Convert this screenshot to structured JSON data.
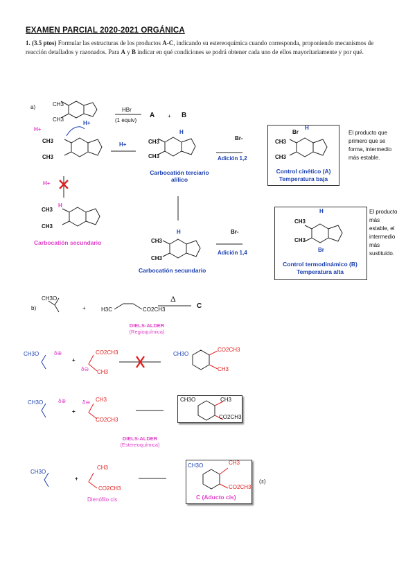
{
  "header": {
    "title": "EXAMEN PARCIAL 2020-2021 ORGÁNICA",
    "q_number": "1.",
    "q_points": "(3.5 ptos)",
    "q_text_1": " Formular las estructuras de los productos ",
    "q_AC": "A-C",
    "q_text_2": ", indicando su estereoquímica cuando corresponda, proponiendo mecanismos de reacción detallados y razonados. Para ",
    "q_A": "A",
    "q_y": " y ",
    "q_B": "B",
    "q_text_3": " indicar en qué condiciones se podrá obtener cada uno de ellos mayoritariamente y por qué."
  },
  "part_a": {
    "label": "a)",
    "ch3": "CH3",
    "reagent": "HBr",
    "equiv": "(1 equiv)",
    "prod_a": "A",
    "plus": "+",
    "prod_b": "B",
    "h_plus": "H+",
    "h_label": "H",
    "br_minus": "Br-",
    "br": "Br",
    "add12": "Adición 1,2",
    "add14": "Adición 1,4",
    "carbo_tert_1": "Carbocatión terciario",
    "carbo_tert_2": "alílico",
    "carbo_sec": "Carbocatión secundario",
    "carbo_sec2": "Carbocatión secundario",
    "kinetic_1": "Control cinético (A)",
    "kinetic_2": "Temperatura baja",
    "thermo_1": "Control termodinámico (B)",
    "thermo_2": "Temperatura alta",
    "note_a": [
      "El producto que",
      "primero que se",
      "forma, intermedio",
      "más estable."
    ],
    "note_b": [
      "El producto",
      "más",
      "estable, el",
      "intermedio",
      "más",
      "sustituido."
    ]
  },
  "part_b": {
    "label": "b)",
    "ch3o": "CH3O",
    "h3c": "H3C",
    "co2ch3": "CO2CH3",
    "ch3": "CH3",
    "delta": "Δ",
    "prod_c": "C",
    "plus": "+",
    "diels1": "DIELS-ALDER",
    "regio": "(Regioquímica)",
    "diels2": "DIELS-ALDER",
    "estereo": "(Estereoquímica)",
    "delta_plus": "δ⊕",
    "delta_minus": "δ⊖",
    "dienofilo": "Dienófilo cis",
    "adduct": "C (Aducto cis)",
    "racemic": "(±)"
  }
}
